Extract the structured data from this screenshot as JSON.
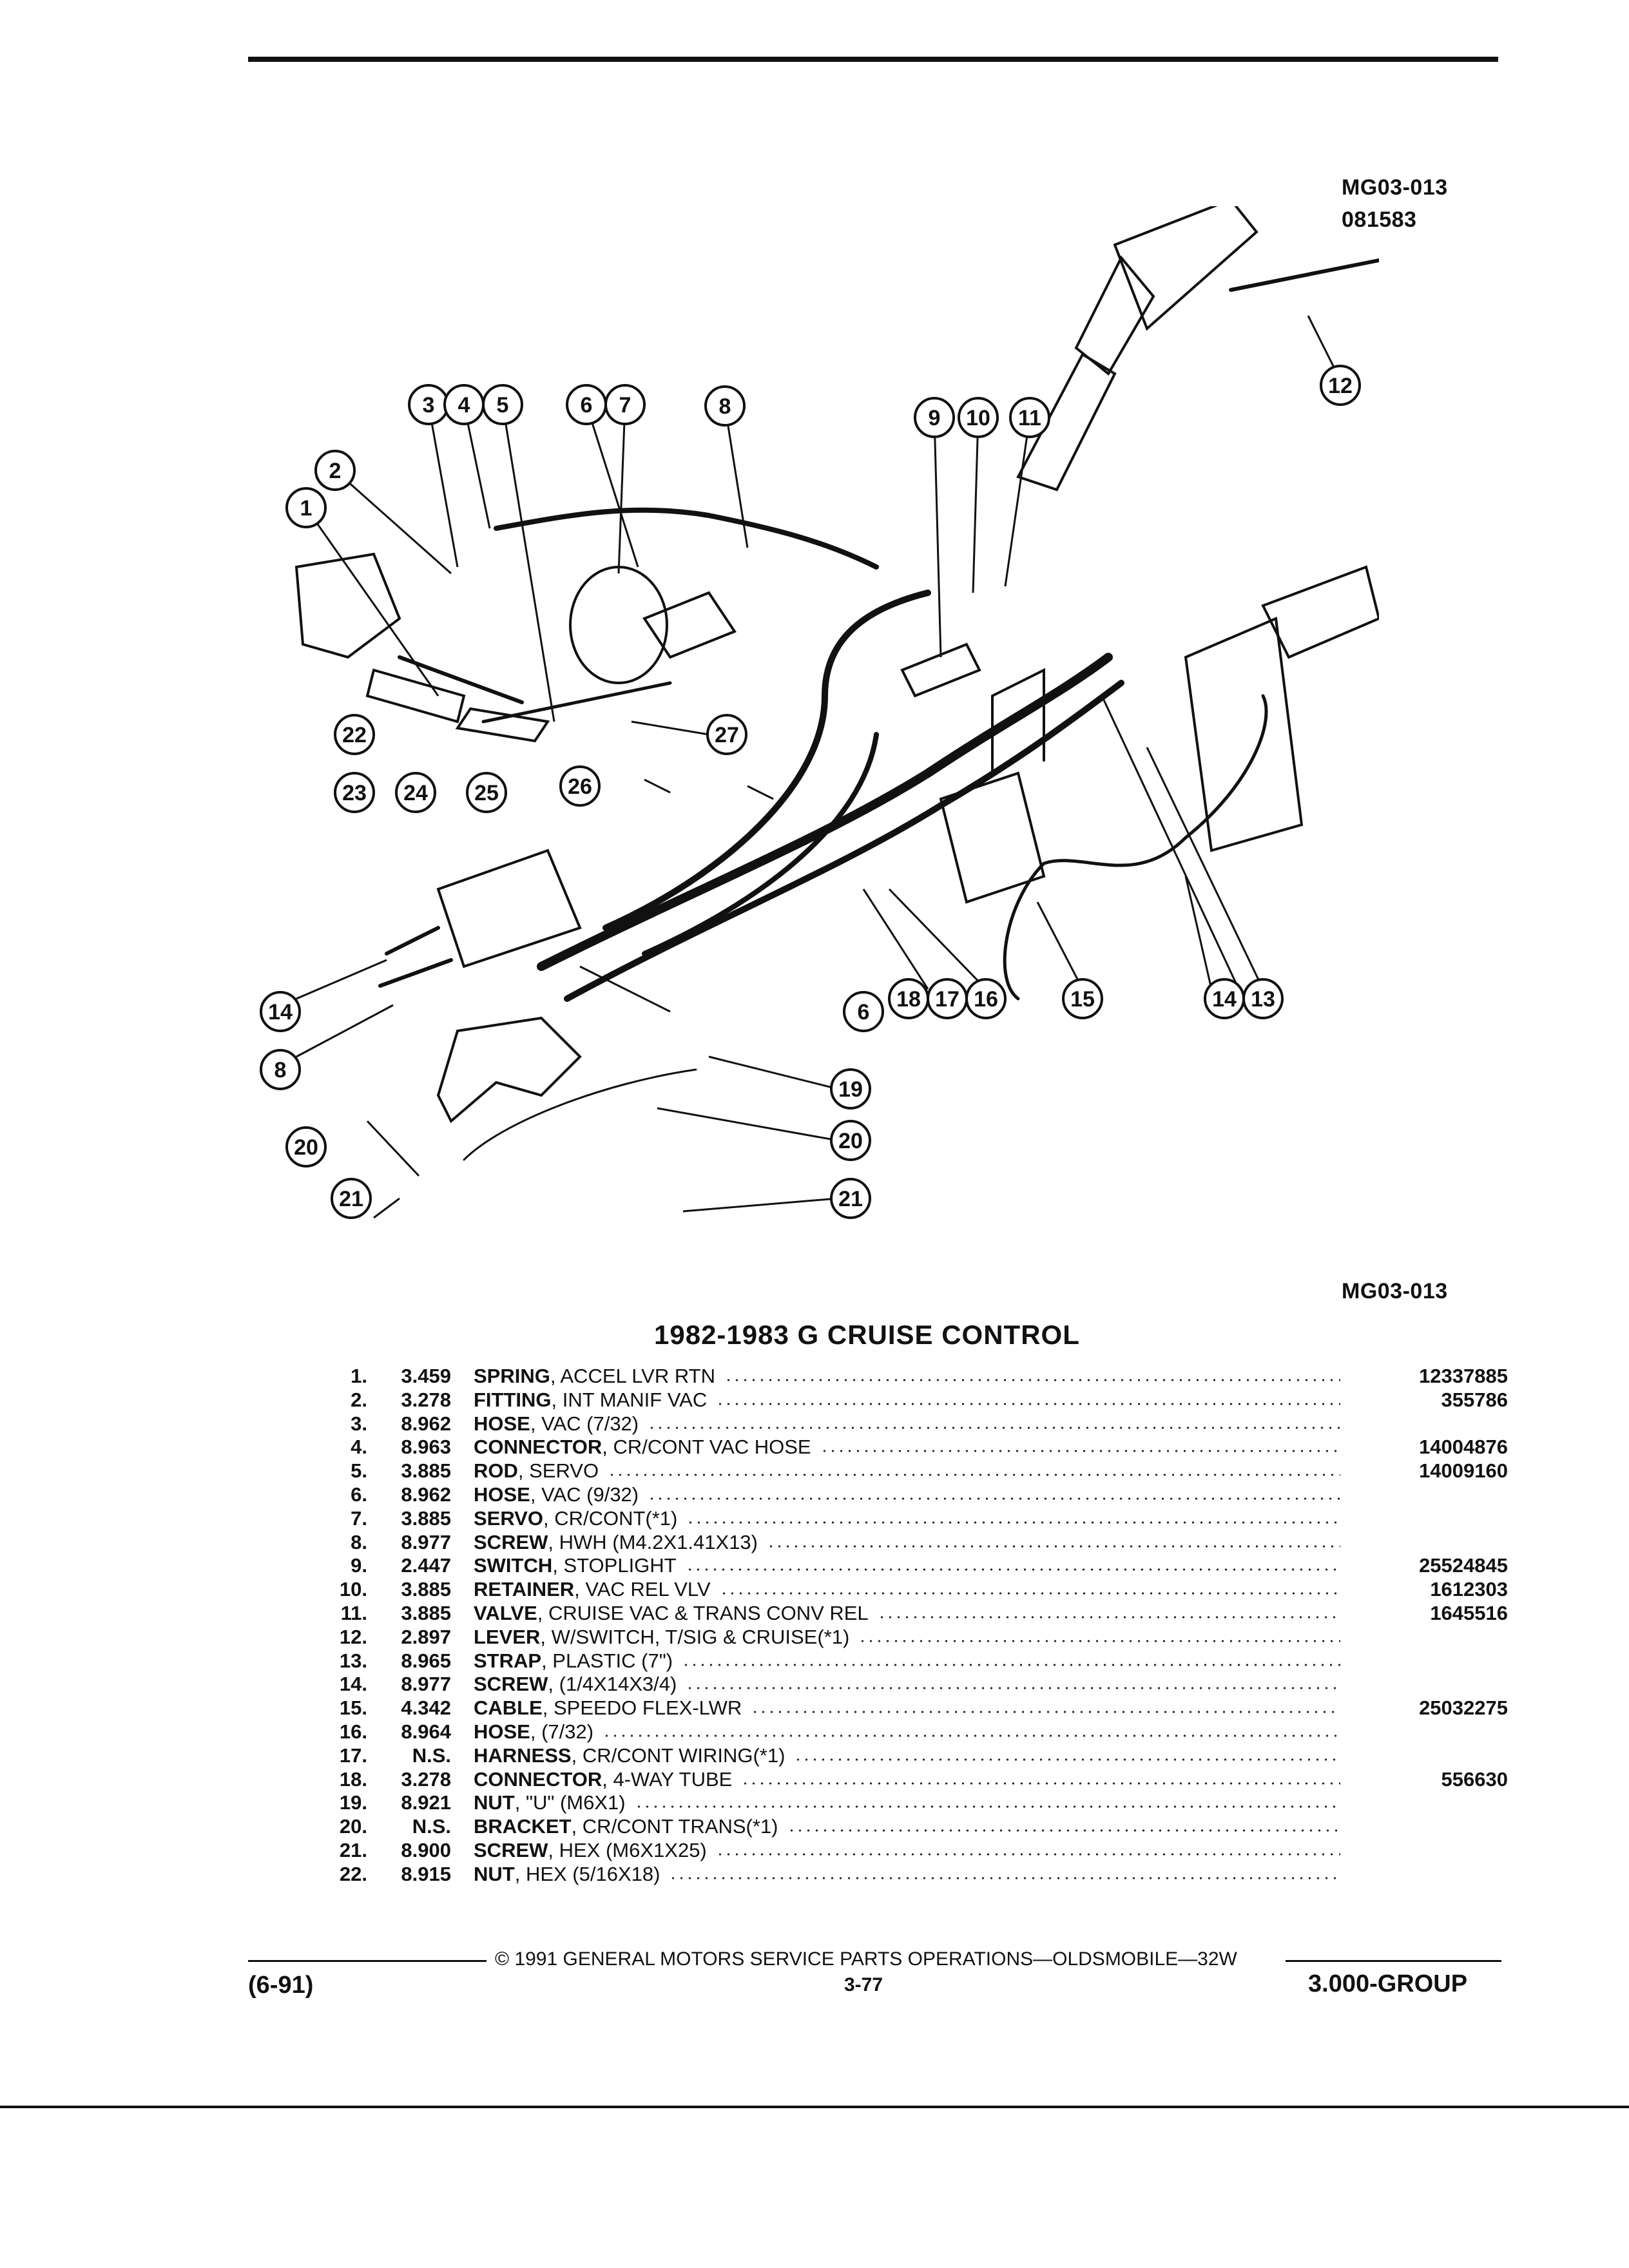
{
  "header": {
    "code": "MG03-013",
    "date_code": "081583"
  },
  "figure": {
    "code": "MG03-013",
    "callouts": [
      "1",
      "2",
      "3",
      "4",
      "5",
      "6",
      "7",
      "8",
      "9",
      "10",
      "11",
      "12",
      "13",
      "14",
      "15",
      "16",
      "17",
      "18",
      "19",
      "20",
      "21",
      "22",
      "23",
      "24",
      "25",
      "26",
      "27"
    ]
  },
  "title": "1982-1983 G CRUISE CONTROL",
  "parts": [
    {
      "index": "1.",
      "group": "3.459",
      "name": "SPRING",
      "desc": ", ACCEL LVR RTN",
      "part": "12337885"
    },
    {
      "index": "2.",
      "group": "3.278",
      "name": "FITTING",
      "desc": ", INT MANIF VAC",
      "part": "355786"
    },
    {
      "index": "3.",
      "group": "8.962",
      "name": "HOSE",
      "desc": ", VAC (7/32)",
      "part": ""
    },
    {
      "index": "4.",
      "group": "8.963",
      "name": "CONNECTOR",
      "desc": ", CR/CONT VAC HOSE",
      "part": "14004876"
    },
    {
      "index": "5.",
      "group": "3.885",
      "name": "ROD",
      "desc": ", SERVO",
      "part": "14009160"
    },
    {
      "index": "6.",
      "group": "8.962",
      "name": "HOSE",
      "desc": ", VAC (9/32)",
      "part": ""
    },
    {
      "index": "7.",
      "group": "3.885",
      "name": "SERVO",
      "desc": ", CR/CONT(*1)",
      "part": ""
    },
    {
      "index": "8.",
      "group": "8.977",
      "name": "SCREW",
      "desc": ", HWH (M4.2X1.41X13)",
      "part": ""
    },
    {
      "index": "9.",
      "group": "2.447",
      "name": "SWITCH",
      "desc": ", STOPLIGHT",
      "part": "25524845"
    },
    {
      "index": "10.",
      "group": "3.885",
      "name": "RETAINER",
      "desc": ", VAC REL VLV",
      "part": "1612303"
    },
    {
      "index": "11.",
      "group": "3.885",
      "name": "VALVE",
      "desc": ", CRUISE VAC & TRANS CONV REL",
      "part": "1645516"
    },
    {
      "index": "12.",
      "group": "2.897",
      "name": "LEVER",
      "desc": ", W/SWITCH, T/SIG & CRUISE(*1)",
      "part": ""
    },
    {
      "index": "13.",
      "group": "8.965",
      "name": "STRAP",
      "desc": ", PLASTIC (7\")",
      "part": ""
    },
    {
      "index": "14.",
      "group": "8.977",
      "name": "SCREW",
      "desc": ", (1/4X14X3/4)",
      "part": ""
    },
    {
      "index": "15.",
      "group": "4.342",
      "name": "CABLE",
      "desc": ", SPEEDO FLEX-LWR",
      "part": "25032275"
    },
    {
      "index": "16.",
      "group": "8.964",
      "name": "HOSE",
      "desc": ", (7/32)",
      "part": ""
    },
    {
      "index": "17.",
      "group": "N.S.",
      "name": "HARNESS",
      "desc": ", CR/CONT WIRING(*1)",
      "part": ""
    },
    {
      "index": "18.",
      "group": "3.278",
      "name": "CONNECTOR",
      "desc": ", 4-WAY TUBE",
      "part": "556630"
    },
    {
      "index": "19.",
      "group": "8.921",
      "name": "NUT",
      "desc": ", \"U\" (M6X1)",
      "part": ""
    },
    {
      "index": "20.",
      "group": "N.S.",
      "name": "BRACKET",
      "desc": ", CR/CONT TRANS(*1)",
      "part": ""
    },
    {
      "index": "21.",
      "group": "8.900",
      "name": "SCREW",
      "desc": ", HEX (M6X1X25)",
      "part": ""
    },
    {
      "index": "22.",
      "group": "8.915",
      "name": "NUT",
      "desc": ", HEX (5/16X18)",
      "part": ""
    }
  ],
  "footer": {
    "copyright": "© 1991 GENERAL MOTORS SERVICE PARTS OPERATIONS—OLDSMOBILE—32W",
    "revision": "(6-91)",
    "page": "3-77",
    "group": "3.000-GROUP"
  }
}
